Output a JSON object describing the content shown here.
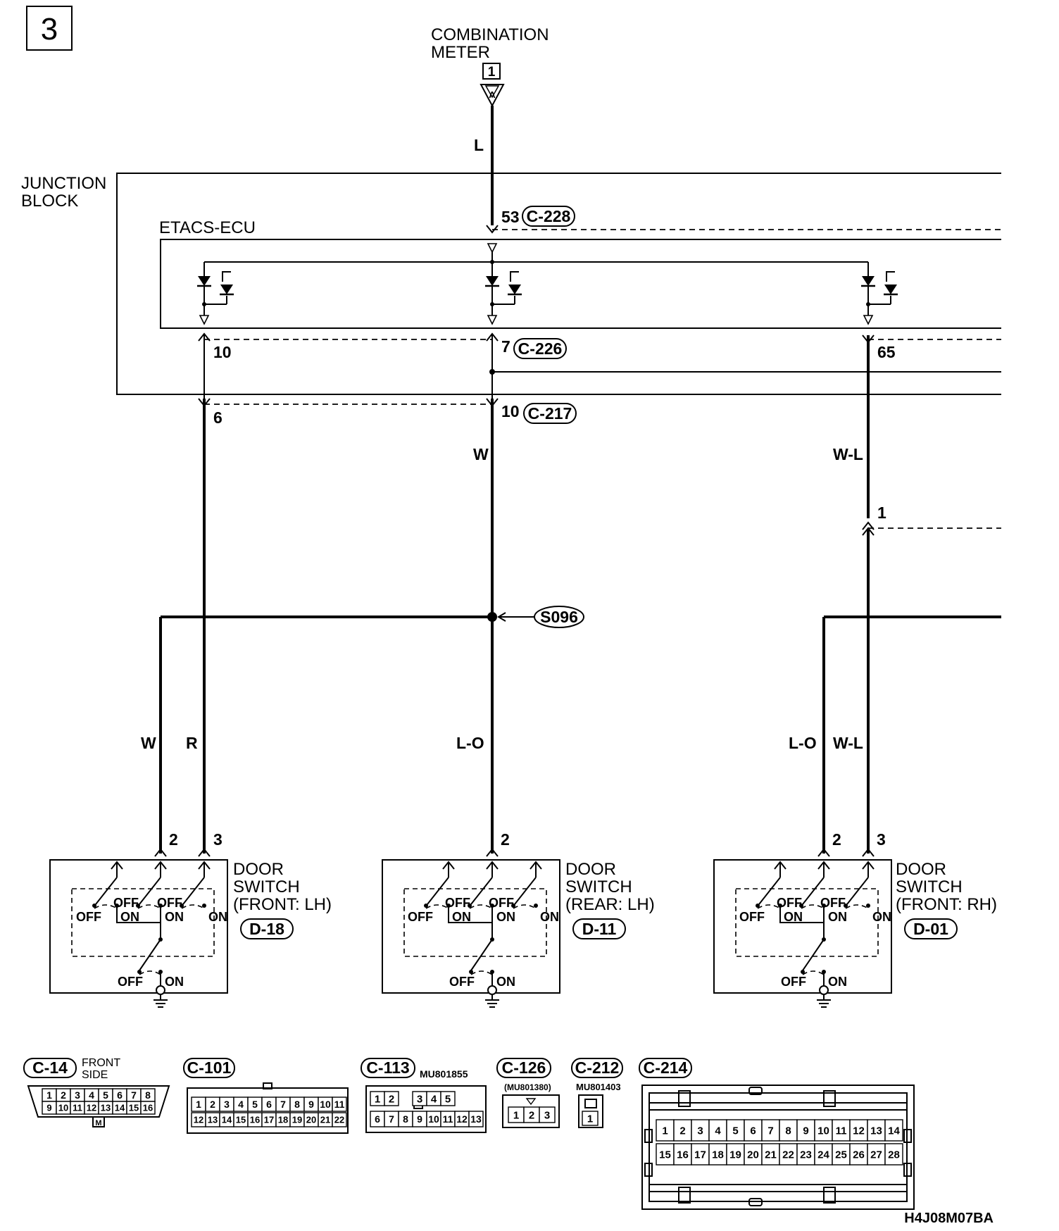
{
  "page_number": "3",
  "meter": {
    "line1": "COMBINATION",
    "line2": "METER",
    "pin": "1",
    "conn": "A"
  },
  "junction_block": {
    "line1": "JUNCTION",
    "line2": "BLOCK"
  },
  "ecu": {
    "label": "ETACS-ECU"
  },
  "pins": {
    "p53": "53",
    "c228": "C-228",
    "p10a": "10",
    "p7": "7",
    "c226": "C-226",
    "p65": "65",
    "p6": "6",
    "p10b": "10",
    "c217": "C-217",
    "p1": "1",
    "sw1_p2": "2",
    "sw1_p3": "3",
    "sw2_p2": "2",
    "sw3_p2": "2",
    "sw3_p3": "3"
  },
  "wires": {
    "top": "L",
    "center": "W",
    "right": "W-L",
    "sw1_left": "W",
    "sw1_right": "R",
    "sw2": "L-O",
    "sw3_left": "L-O",
    "sw3_right": "W-L"
  },
  "splice": "S096",
  "switches": [
    {
      "line1": "DOOR",
      "line2": "SWITCH",
      "line3": "(FRONT: LH)",
      "conn": "D-18"
    },
    {
      "line1": "DOOR",
      "line2": "SWITCH",
      "line3": "(REAR: LH)",
      "conn": "D-11"
    },
    {
      "line1": "DOOR",
      "line2": "SWITCH",
      "line3": "(FRONT: RH)",
      "conn": "D-01"
    }
  ],
  "switch_states": {
    "off": "OFF",
    "on": "ON"
  },
  "connectors": {
    "c14": {
      "id": "C-14",
      "note1": "FRONT",
      "note2": "SIDE",
      "row1": [
        "1",
        "2",
        "3",
        "4",
        "5",
        "6",
        "7",
        "8"
      ],
      "row2": [
        "9",
        "10",
        "11",
        "12",
        "13",
        "14",
        "15",
        "16"
      ],
      "key": "M"
    },
    "c101": {
      "id": "C-101",
      "row1": [
        "1",
        "2",
        "3",
        "4",
        "5",
        "6",
        "7",
        "8",
        "9",
        "10",
        "11"
      ],
      "row2": [
        "12",
        "13",
        "14",
        "15",
        "16",
        "17",
        "18",
        "19",
        "20",
        "21",
        "22"
      ]
    },
    "c113": {
      "id": "C-113",
      "part": "MU801855",
      "row1": [
        "1",
        "2",
        "",
        "3",
        "4",
        "5"
      ],
      "row2": [
        "6",
        "7",
        "8",
        "9",
        "10",
        "11",
        "12",
        "13"
      ]
    },
    "c126": {
      "id": "C-126",
      "part": "(MU801380)",
      "cells": [
        "1",
        "2",
        "3"
      ]
    },
    "c212": {
      "id": "C-212",
      "part": "MU801403",
      "cells": [
        "1"
      ]
    },
    "c214": {
      "id": "C-214",
      "row1": [
        "1",
        "2",
        "3",
        "4",
        "5",
        "6",
        "7",
        "8",
        "9",
        "10",
        "11",
        "12",
        "13",
        "14"
      ],
      "row2": [
        "15",
        "16",
        "17",
        "18",
        "19",
        "20",
        "21",
        "22",
        "23",
        "24",
        "25",
        "26",
        "27",
        "28"
      ]
    }
  },
  "diagram_code": "H4J08M07BA"
}
